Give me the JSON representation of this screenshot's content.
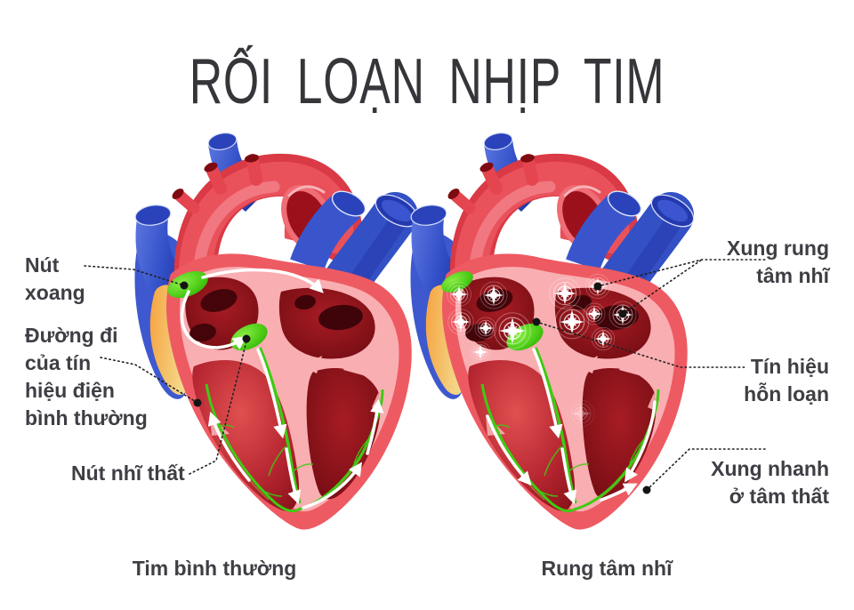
{
  "title": "RỐI LOẠN NHỊP TIM",
  "left_heart": {
    "caption": "Tim bình thường",
    "labels": {
      "sinus_node": "Nút\nxoang",
      "signal_path": "Đường đi\ncủa tín\nhiệu điện\nbình thường",
      "av_node": "Nút nhĩ thất"
    }
  },
  "right_heart": {
    "caption": "Rung tâm nhĩ",
    "labels": {
      "atrial_impulse": "Xung rung\ntâm nhĩ",
      "chaotic_signal": "Tín hiệu\nhỗn loạn",
      "ventricular_impulse": "Xung nhanh\nở tâm thất"
    }
  },
  "icons": {
    "sinus_node": "green-node-ellipse",
    "av_node": "green-node-ellipse",
    "fibrillation_spark": "white-starburst-with-rings",
    "signal_arrow": "white-arrow",
    "pointer": "black-dotted-line-with-dot"
  },
  "palette": {
    "artery_red": "#e9505a",
    "vein_blue": "#3350c8",
    "heart_wall": "#ee5a62",
    "inner_lining": "#f9aeb2",
    "chamber_dark": "#7c0d14",
    "chamber_bright": "#b52530",
    "conduction_green": "#3ecb12",
    "node_green": "#46c913",
    "fat_orange": "#f6a33f",
    "label_text": "#3e3e44",
    "title_text": "#35353a",
    "pointer_line": "#202020"
  }
}
